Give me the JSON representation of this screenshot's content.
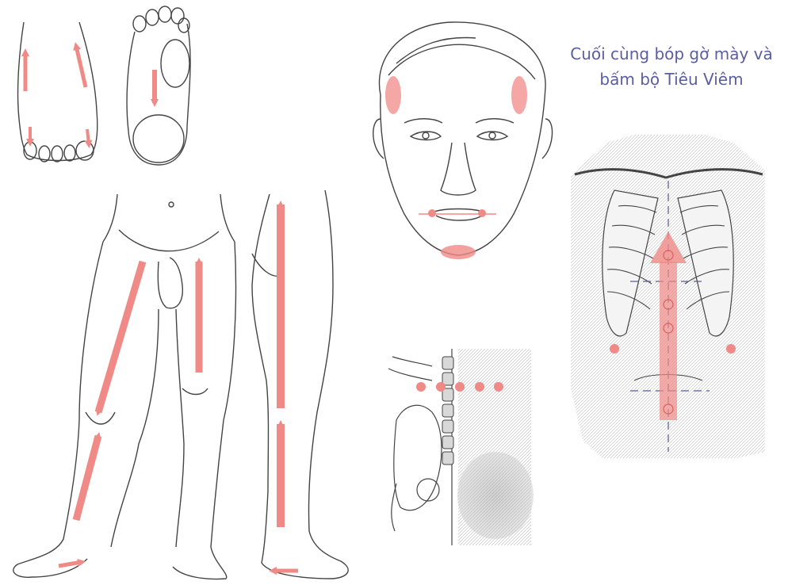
{
  "caption": {
    "line1": "Cuối cùng bóp gờ mày và",
    "line2": "bấm bộ Tiêu Viêm"
  },
  "colors": {
    "marker": "#f08a86",
    "marker_stroke": "#e2625e",
    "line_art": "#444444",
    "caption_text": "#5b5ea0",
    "guide_line": "#5a5a9a"
  },
  "panels": [
    {
      "id": "foot-top",
      "icon": "foot-dorsal-illustration"
    },
    {
      "id": "foot-sole",
      "icon": "foot-sole-illustration"
    },
    {
      "id": "legs-front",
      "icon": "legs-front-illustration"
    },
    {
      "id": "leg-side",
      "icon": "leg-side-illustration"
    },
    {
      "id": "face",
      "icon": "face-illustration"
    },
    {
      "id": "lower-back",
      "icon": "lower-back-anatomy-illustration"
    },
    {
      "id": "torso",
      "icon": "ribcage-torso-illustration"
    }
  ]
}
